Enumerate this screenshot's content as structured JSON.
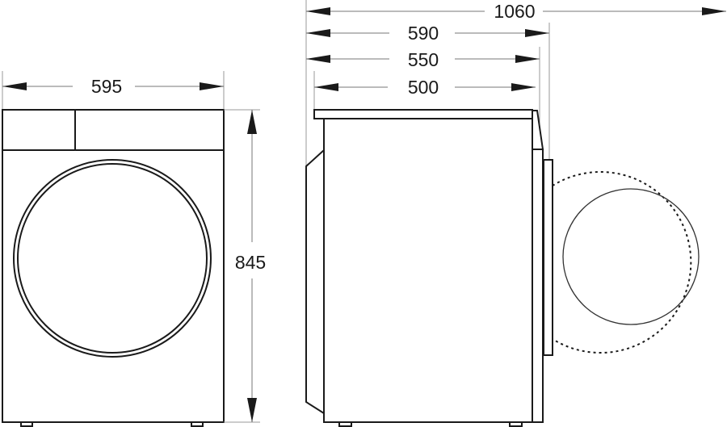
{
  "dimensions": {
    "front_width": "595",
    "height": "845",
    "depth_door_open": "1060",
    "depth_with_door": "590",
    "depth_body_front": "550",
    "depth_body": "500"
  },
  "line_color": "#1a1a1a"
}
